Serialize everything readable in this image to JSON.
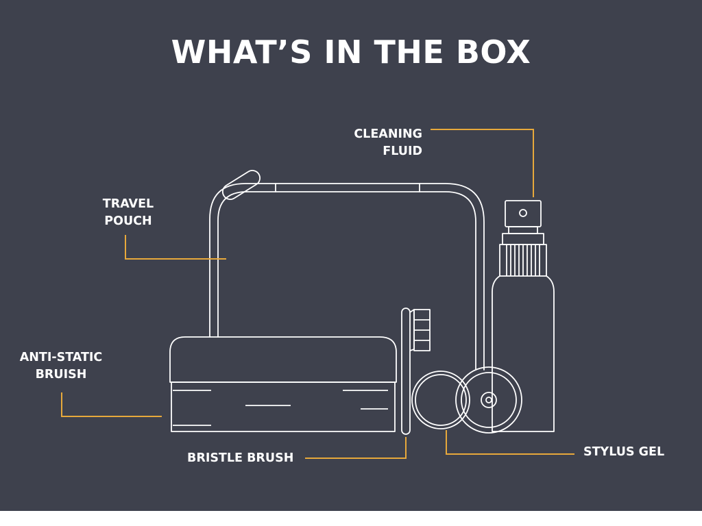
{
  "title": "WHAT’S IN THE BOX",
  "colors": {
    "background": "#3e414d",
    "outline": "#ffffff",
    "leader_line": "#e8a93b",
    "text": "#ffffff"
  },
  "items": {
    "cleaning_fluid": {
      "line1": "CLEANING",
      "line2": "FLUID"
    },
    "travel_pouch": {
      "line1": "TRAVEL",
      "line2": "POUCH"
    },
    "anti_static": {
      "line1": "ANTI-STATIC",
      "line2": "BRUISH"
    },
    "bristle_brush": {
      "line1": "BRISTLE BRUSH"
    },
    "stylus_gel": {
      "line1": "STYLUS GEL"
    }
  }
}
